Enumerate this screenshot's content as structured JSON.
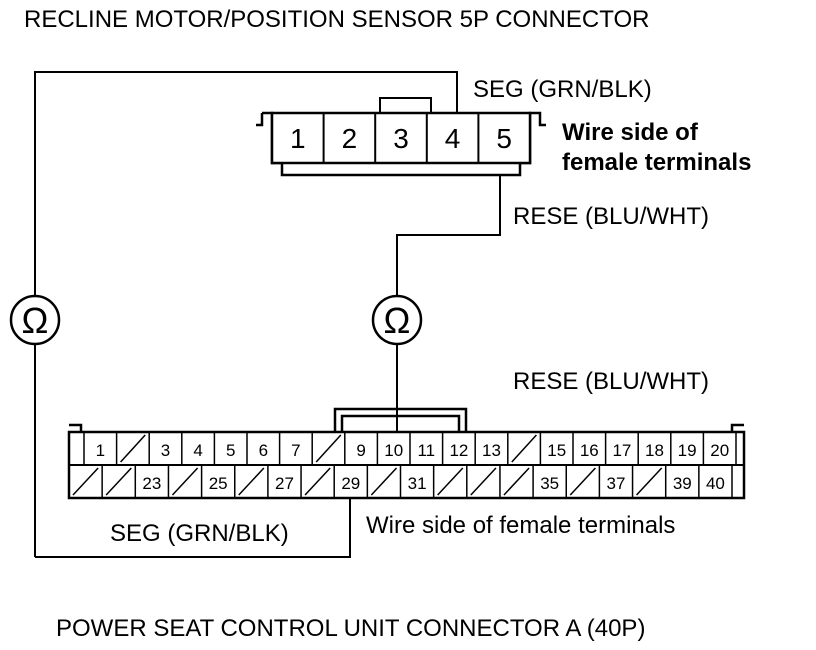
{
  "title_top": "RECLINE MOTOR/POSITION SENSOR 5P CONNECTOR",
  "title_bottom": "POWER SEAT CONTROL UNIT CONNECTOR A (40P)",
  "connector_5p": {
    "pins": [
      "1",
      "2",
      "3",
      "4",
      "5"
    ],
    "side_label_line1": "Wire side of",
    "side_label_line2": "female terminals",
    "wire_pin4_label": "SEG (GRN/BLK)",
    "wire_pin5_label": "RESE (BLU/WHT)"
  },
  "connector_40p": {
    "row1": [
      "1",
      "",
      "3",
      "4",
      "5",
      "6",
      "7",
      "",
      "9",
      "10",
      "11",
      "12",
      "13",
      "",
      "15",
      "16",
      "17",
      "18",
      "19",
      "20"
    ],
    "row2": [
      "",
      "",
      "23",
      "",
      "25",
      "",
      "27",
      "",
      "29",
      "",
      "31",
      "",
      "",
      "",
      "35",
      "",
      "37",
      "",
      "39",
      "40"
    ],
    "side_label": "Wire side of female terminals",
    "wire_pin10_label": "RESE (BLU/WHT)",
    "wire_pin29_label": "SEG (GRN/BLK)"
  },
  "meters": [
    {
      "symbol": "Ω",
      "icon": "ohmmeter-icon"
    },
    {
      "symbol": "Ω",
      "icon": "ohmmeter-icon"
    }
  ]
}
